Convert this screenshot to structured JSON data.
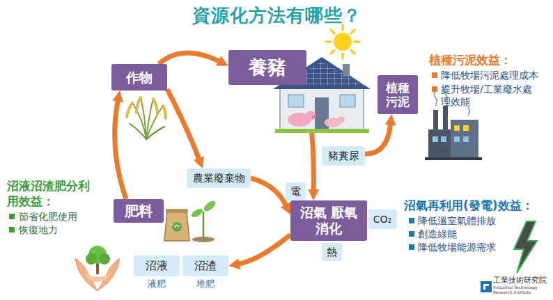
{
  "diagram": {
    "title": "資源化方法有哪些？",
    "nodes": [
      {
        "text": [
          "作物"
        ]
      },
      {
        "text": [
          "養豬"
        ]
      },
      {
        "text": [
          "植種 污泥"
        ]
      },
      {
        "text": [
          "豬糞尿"
        ]
      },
      {
        "text": [
          "農業廢棄物"
        ]
      },
      {
        "text": [
          "肥料"
        ]
      },
      {
        "text": [
          "沼氣 厭氧消化"
        ]
      },
      {
        "text": [
          "電"
        ]
      },
      {
        "text": [
          "CO₂"
        ]
      },
      {
        "text": [
          "熱"
        ]
      },
      {
        "text": [
          "沼液",
          "液肥"
        ]
      },
      {
        "text": [
          "沼渣",
          "堆肥"
        ]
      }
    ],
    "edges": [
      {
        "from": 0,
        "to": 1,
        "arrow": "to"
      },
      {
        "from": 0,
        "to": 4,
        "arrow": "to"
      },
      {
        "from": 4,
        "to": 6,
        "arrow": "to"
      },
      {
        "from": 1,
        "to": 6,
        "arrow": "to"
      },
      {
        "from": 3,
        "to": 2,
        "arrow": "to"
      },
      {
        "from": 6,
        "to": 11,
        "arrow": "to"
      },
      {
        "from": 5,
        "to": 0,
        "arrow": "to"
      }
    ],
    "labels": [
      "植種污泥效益：",
      "降低牧場污泥處理成本",
      "提升牧場/工業廢水處理效能",
      "沼液沼渣肥分利用效益：",
      "節省化肥使用",
      "恢復地力",
      "沼氣再利用(發電)效益：",
      "降低溫室氣體排放",
      "創造綠能",
      "降低牧場能源需求",
      "工業技術研究院",
      "Industrial Technology Research Institute"
    ]
  }
}
